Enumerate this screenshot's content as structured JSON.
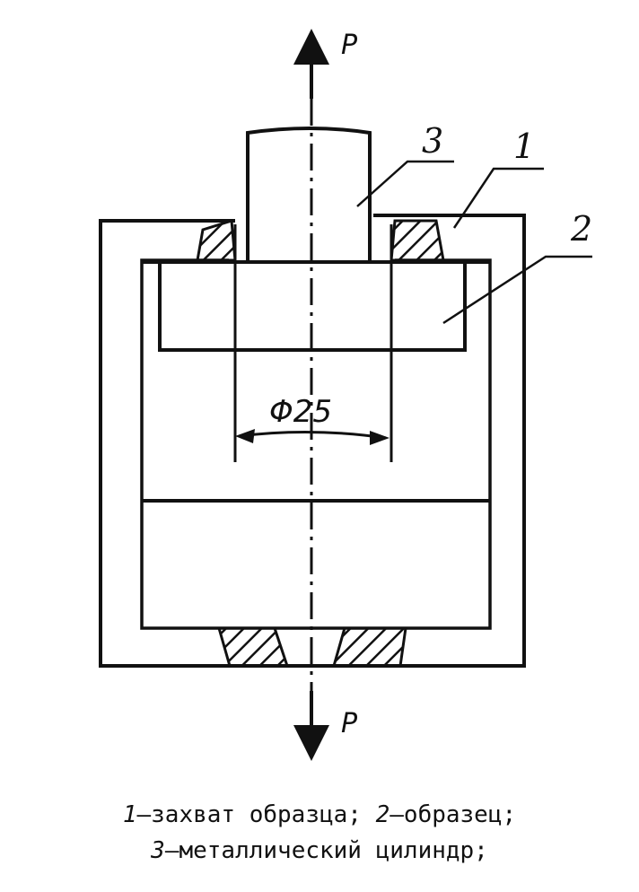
{
  "figure": {
    "force_label_top": "P",
    "force_label_bottom": "P",
    "dimension_label": "Φ25",
    "part_labels": [
      "3",
      "1",
      "2"
    ]
  },
  "caption": {
    "line1": [
      {
        "num": "1",
        "text": "—захват образца; "
      },
      {
        "num": "2",
        "text": "—образец;"
      }
    ],
    "line2": [
      {
        "num": "3",
        "text": "—металлический цилиндр;"
      }
    ]
  }
}
